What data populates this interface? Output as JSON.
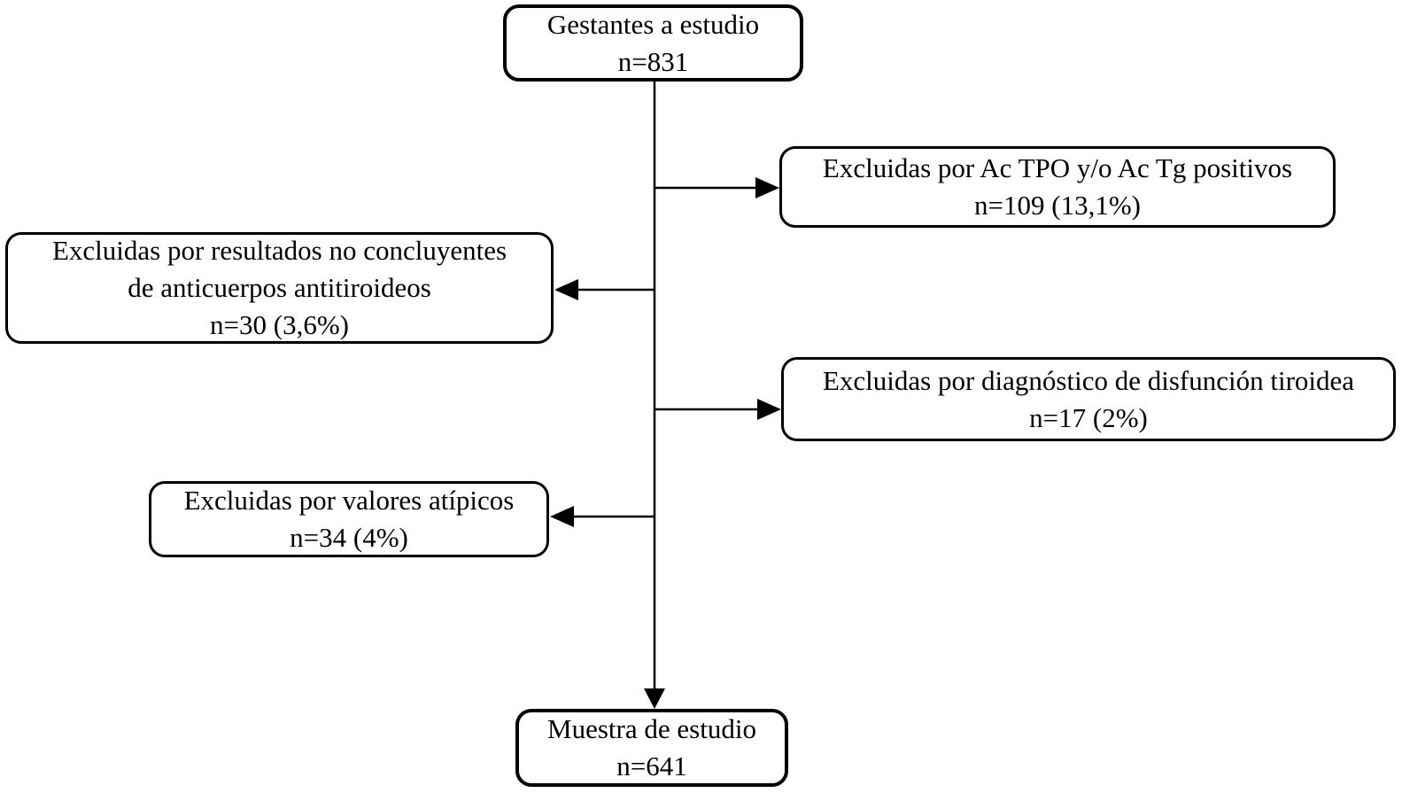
{
  "diagram": {
    "type": "flowchart",
    "language": "es",
    "colors": {
      "line": "#000000",
      "box_border": "#000000",
      "box_fill": "#ffffff",
      "text": "#000000",
      "background": "#ffffff"
    },
    "nodes": {
      "gestantes": {
        "lines": [
          "Gestantes a estudio",
          "n=831"
        ]
      },
      "excluidas_tpo": {
        "lines": [
          "Excluidas por Ac TPO y/o Ac Tg positivos",
          "n=109 (13,1%)"
        ]
      },
      "excluidas_no_concluyentes": {
        "lines": [
          "Excluidas por resultados no concluyentes",
          "de anticuerpos antitiroideos",
          "n=30 (3,6%)"
        ]
      },
      "excluidas_disfuncion": {
        "lines": [
          "Excluidas por diagnóstico de disfunción tiroidea",
          "n=17 (2%)"
        ]
      },
      "excluidas_atipicos": {
        "lines": [
          "Excluidas por valores atípicos",
          "n=34 (4%)"
        ]
      },
      "muestra": {
        "lines": [
          "Muestra de estudio",
          "n=641"
        ]
      }
    }
  }
}
